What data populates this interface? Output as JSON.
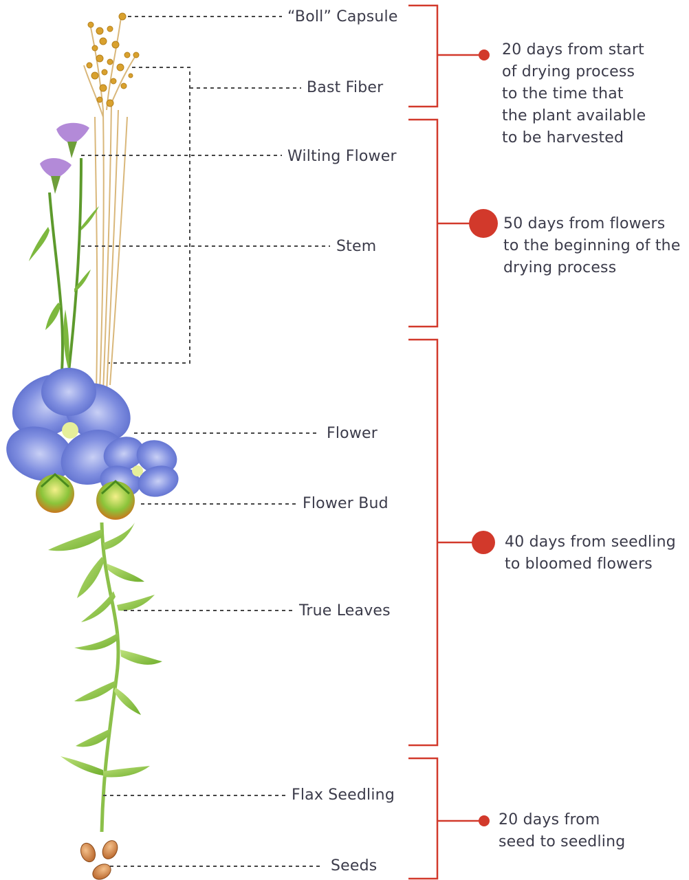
{
  "colors": {
    "bracket": "#d2392b",
    "text": "#3b3b4a",
    "leader": "#444444"
  },
  "labels": {
    "boll_capsule": "“Boll” Capsule",
    "bast_fiber": "Bast Fiber",
    "wilting_flower": "Wilting Flower",
    "stem": "Stem",
    "flower": "Flower",
    "flower_bud": "Flower Bud",
    "true_leaves": "True Leaves",
    "flax_seedling": "Flax Seedling",
    "seeds": "Seeds"
  },
  "stages": [
    {
      "text": "20 days from start\nof drying process\nto the time that\nthe plant available\nto be harvested"
    },
    {
      "text": "50 days from flowers\nto the beginning of the\ndrying process"
    },
    {
      "text": "40 days from seedling\nto bloomed flowers"
    },
    {
      "text": "20 days from\nseed to seedling"
    }
  ],
  "icons": {
    "plant": "flax-plant-illustration",
    "marker": "stage-dot-icon"
  }
}
